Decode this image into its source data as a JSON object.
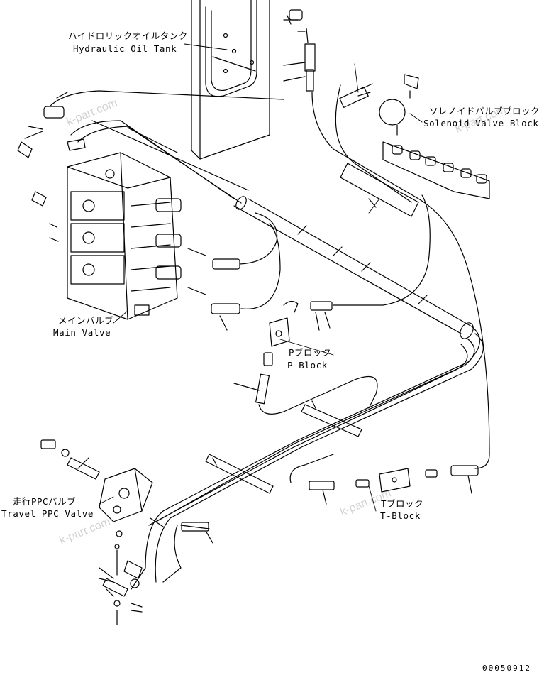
{
  "labels": {
    "oil_tank_jp": "ハイドロリックオイルタンク",
    "oil_tank_en": "Hydraulic Oil Tank",
    "solenoid_jp": "ソレノイドバルブブロック",
    "solenoid_en": "Solenoid Valve Block",
    "main_valve_jp": "メインバルブ",
    "main_valve_en": "Main Valve",
    "p_block_jp": "Pブロック",
    "p_block_en": "P-Block",
    "travel_ppc_jp": "走行PPCバルブ",
    "travel_ppc_en": "Travel PPC Valve",
    "t_block_jp": "Tブロック",
    "t_block_en": "T-Block"
  },
  "watermarks": [
    "k-part.com",
    "k-part.com",
    "k-part.com",
    "k-part.com"
  ],
  "drawing_code": "00050912"
}
